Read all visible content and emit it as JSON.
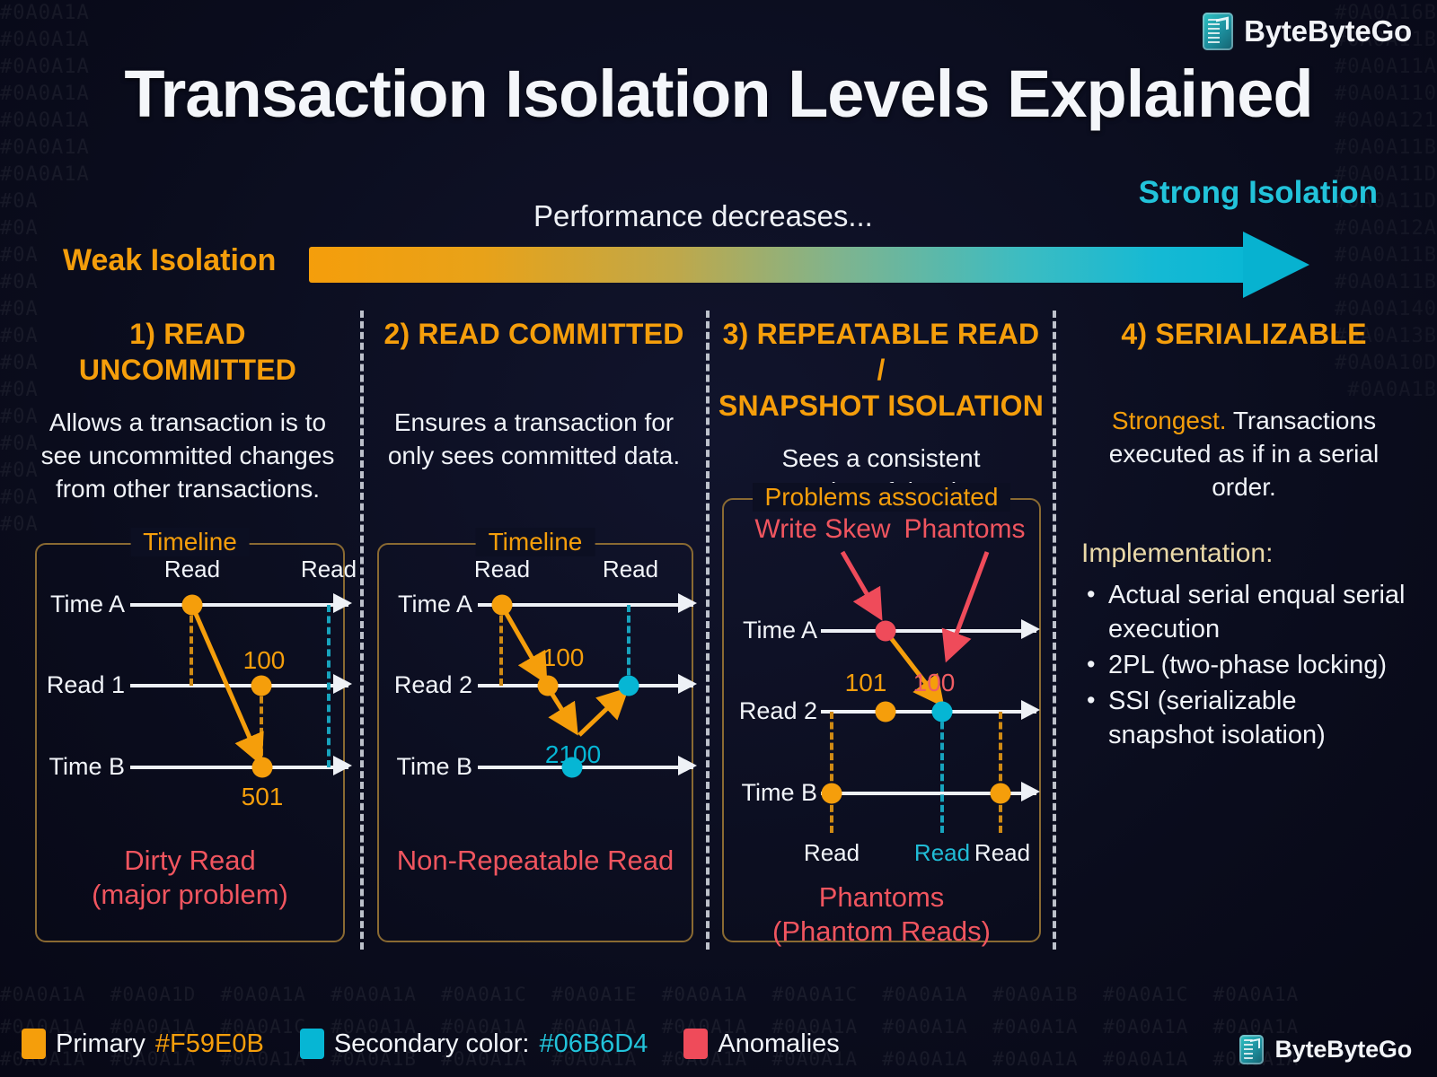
{
  "meta": {
    "title": "Transaction Isolation Levels Explained",
    "brand": "ByteByteGo",
    "bg_hex_left": "#0A0A1A\n#0A0A1A\n#0A0A1A\n#0A0A1A\n#0A0A1A\n#0A0A1A\n#0A0A1A\n#0A\n#0A\n#0A\n#0A\n#0A\n#0A\n#0A\n#0A\n#0A\n#0A\n#0A\n#0A\n#0A",
    "bg_hex_right": "#0A0A16B\n#0A0A11B\n#0A0A11A\n#0A0A110\n#0A0A121\n#0A0A11B\n#0A0A11D\n#0A0A11D\n#0A0A12A\n#0A0A11B\n#0A0A11B\n#0A0A140\n#0A0A13B\n#0A0A10D\n#0A0A1B",
    "bg_hex_bottom": "#0A0A1A  #0A0A1D  #0A0A1A  #0A0A1A  #0A0A1C  #0A0A1E  #0A0A1A  #0A0A1C  #0A0A1A  #0A0A1B  #0A0A1C  #0A0A1A\n#0A0A1A  #0A0A1A  #0A0A1C  #0A0A1A  #0A0A1A  #0A0A1A  #0A0A1A  #0A0A1A  #0A0A1A  #0A0A1A  #0A0A1A  #0A0A1A\n#0A0A1A  #0A0A1A  #0A0A1A  #0A0A1B  #0A0A1A  #0A0A1A  #0A0A1A  #0A0A1A  #0A0A1A  #0A0A1A  #0A0A1A  #0A0A1A"
  },
  "spectrum": {
    "weak_label": "Weak Isolation",
    "strong_label": "Strong Isolation",
    "performance_label": "Performance decreases...",
    "start_color": "#F59E0B",
    "end_color": "#06B6D4"
  },
  "panels": [
    {
      "title_line1": "1) READ",
      "title_line2": "UNCOMMITTED",
      "desc_line1": "Allows a transaction is to",
      "desc_line2": "see uncommitted changes",
      "desc_line3": "from other transactions.",
      "box_legend": "Timeline",
      "rows": [
        "Time A",
        "Read 1",
        "Time B"
      ],
      "top_captions": [
        "Read",
        "Read"
      ],
      "values": [
        "100",
        "501"
      ],
      "problem_line1": "Dirty Read",
      "problem_line2": "(major problem)"
    },
    {
      "title_line1": "2) READ COMMITTED",
      "title_line2": "",
      "desc_line1": "Ensures a transaction for",
      "desc_line2": "only sees committed data.",
      "desc_line3": "",
      "box_legend": "Timeline",
      "rows": [
        "Time A",
        "Read 2",
        "Time B"
      ],
      "top_captions": [
        "Read",
        "Read"
      ],
      "values": [
        "100",
        "2100"
      ],
      "problem_line1": "Non-Repeatable Read",
      "problem_line2": ""
    },
    {
      "title_line1": "3) REPEATABLE READ /",
      "title_line2": "SNAPSHOT ISOLATION",
      "desc_line1": "Sees a consistent",
      "desc_line2": "snapshot of the data.",
      "desc_line3": "",
      "box_legend": "Problems associated",
      "rows": [
        "Time A",
        "Read 2",
        "Time B"
      ],
      "annotations": [
        "Write Skew",
        "Phantoms"
      ],
      "values": [
        "101",
        "100"
      ],
      "bottom_captions": [
        "Read",
        "Read",
        "Read"
      ],
      "problem_line1": "Phantoms",
      "problem_line2": "(Phantom Reads)"
    },
    {
      "title_line1": "4) SERIALIZABLE",
      "title_line2": "",
      "desc_prefix": "Strongest.",
      "desc_line1": " Transactions",
      "desc_line2": "executed as if in a serial",
      "desc_line3": "order.",
      "impl_heading": "Implementation:",
      "impl_items": [
        "Actual serial enqual serial execution",
        "2PL (two-phase locking)",
        "SSI (serializable snapshot isolation)"
      ]
    }
  ],
  "legend": {
    "primary_label": "Primary",
    "primary_code": "#F59E0B",
    "secondary_label": "Secondary color:",
    "secondary_code": "#06B6D4",
    "anomalies_label": "Anomalies"
  }
}
